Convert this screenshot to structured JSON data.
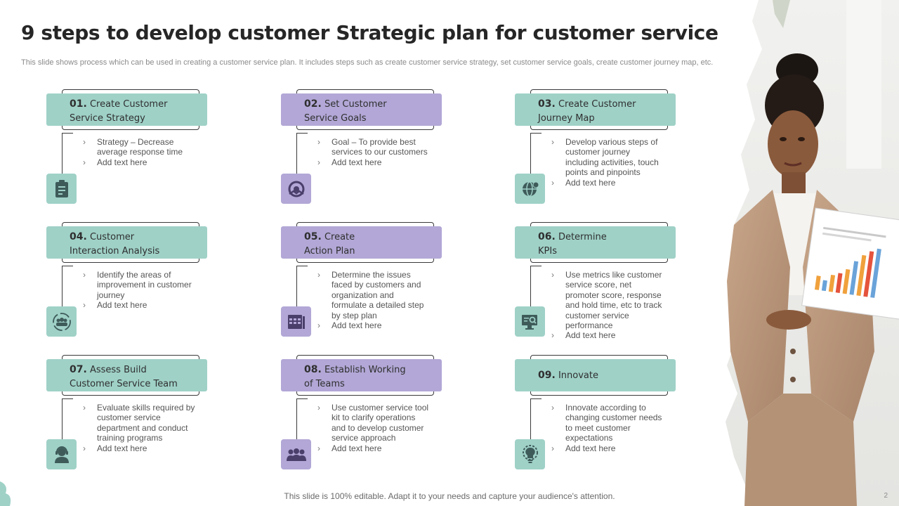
{
  "title": "9 steps to develop customer Strategic plan for customer service",
  "subtitle": "This slide shows process which can be used in creating a customer service plan. It includes steps such as create customer service strategy, set customer service goals, create customer journey map, etc.",
  "steps": [
    {
      "num": "01.",
      "title_l1": "Create Customer",
      "title_l2": "Service Strategy",
      "bullets": [
        "Strategy – Decrease average response time",
        "Add text here"
      ],
      "icon": "clipboard-icon"
    },
    {
      "num": "02.",
      "title_l1": "Set Customer",
      "title_l2": "Service Goals",
      "bullets": [
        "Goal – To provide best services to our customers",
        "Add text here"
      ],
      "icon": "goal-handshake-icon"
    },
    {
      "num": "03.",
      "title_l1": "Create Customer",
      "title_l2": "Journey Map",
      "bullets": [
        "Develop various steps of customer journey including activities, touch points and pinpoints",
        "Add text here"
      ],
      "icon": "globe-pin-icon"
    },
    {
      "num": "04.",
      "title_l1": "Customer",
      "title_l2": "Interaction Analysis",
      "bullets": [
        "Identify the areas of improvement in customer journey",
        "Add text here"
      ],
      "icon": "group-cycle-icon"
    },
    {
      "num": "05.",
      "title_l1": "Create",
      "title_l2": "Action Plan",
      "bullets": [
        "Determine the issues faced by customers and organization and formulate a detailed step by step plan",
        "Add text here"
      ],
      "icon": "calendar-plan-icon"
    },
    {
      "num": "06.",
      "title_l1": "Determine",
      "title_l2": "KPIs",
      "bullets": [
        "Use metrics like customer service score, net promoter score, response and hold time, etc to track customer service performance",
        "Add text here"
      ],
      "icon": "monitor-search-icon"
    },
    {
      "num": "07.",
      "title_l1": "Assess Build",
      "title_l2": "Customer Service Team",
      "bullets": [
        "Evaluate skills required by customer service department and conduct training programs",
        "Add text here"
      ],
      "icon": "support-agent-icon"
    },
    {
      "num": "08.",
      "title_l1": "Establish Working",
      "title_l2": "of Teams",
      "bullets": [
        "Use customer service tool kit to clarify operations and to develop customer service approach",
        "Add text here"
      ],
      "icon": "team-icon"
    },
    {
      "num": "09.",
      "title_l1": "Innovate",
      "title_l2": "",
      "bullets": [
        "Innovate according to changing customer needs to meet customer expectations",
        "Add text here"
      ],
      "icon": "lightbulb-gear-icon"
    }
  ],
  "footer": "This slide is 100% editable. Adapt it to your needs and capture your audience's attention.",
  "page_number": "2",
  "colors": {
    "teal": "#9fd1c7",
    "purple": "#b2a7d6",
    "title": "#262626"
  }
}
